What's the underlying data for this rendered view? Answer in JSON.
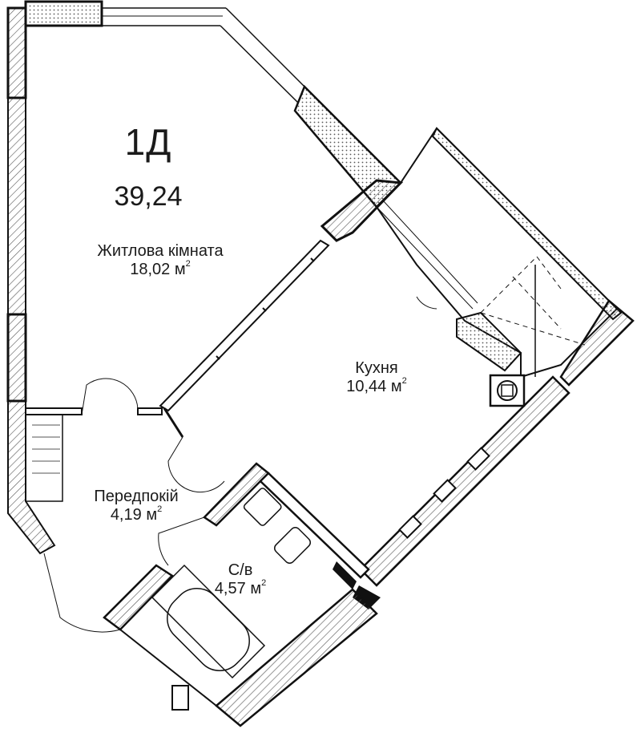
{
  "apartment": {
    "code": "1Д",
    "total_area": "39,24"
  },
  "rooms": [
    {
      "name": "Житлова кімната",
      "area": "18,02",
      "unit": "м",
      "unit_power": "2"
    },
    {
      "name": "Кухня",
      "area": "10,44",
      "unit": "м",
      "unit_power": "2"
    },
    {
      "name": "Передпокій",
      "area": "4,19",
      "unit": "м",
      "unit_power": "2"
    },
    {
      "name": "С/в",
      "area": "4,57",
      "unit": "м",
      "unit_power": "2"
    }
  ],
  "colors": {
    "wall": "#111111",
    "hatch": "#555555",
    "background": "#ffffff"
  }
}
